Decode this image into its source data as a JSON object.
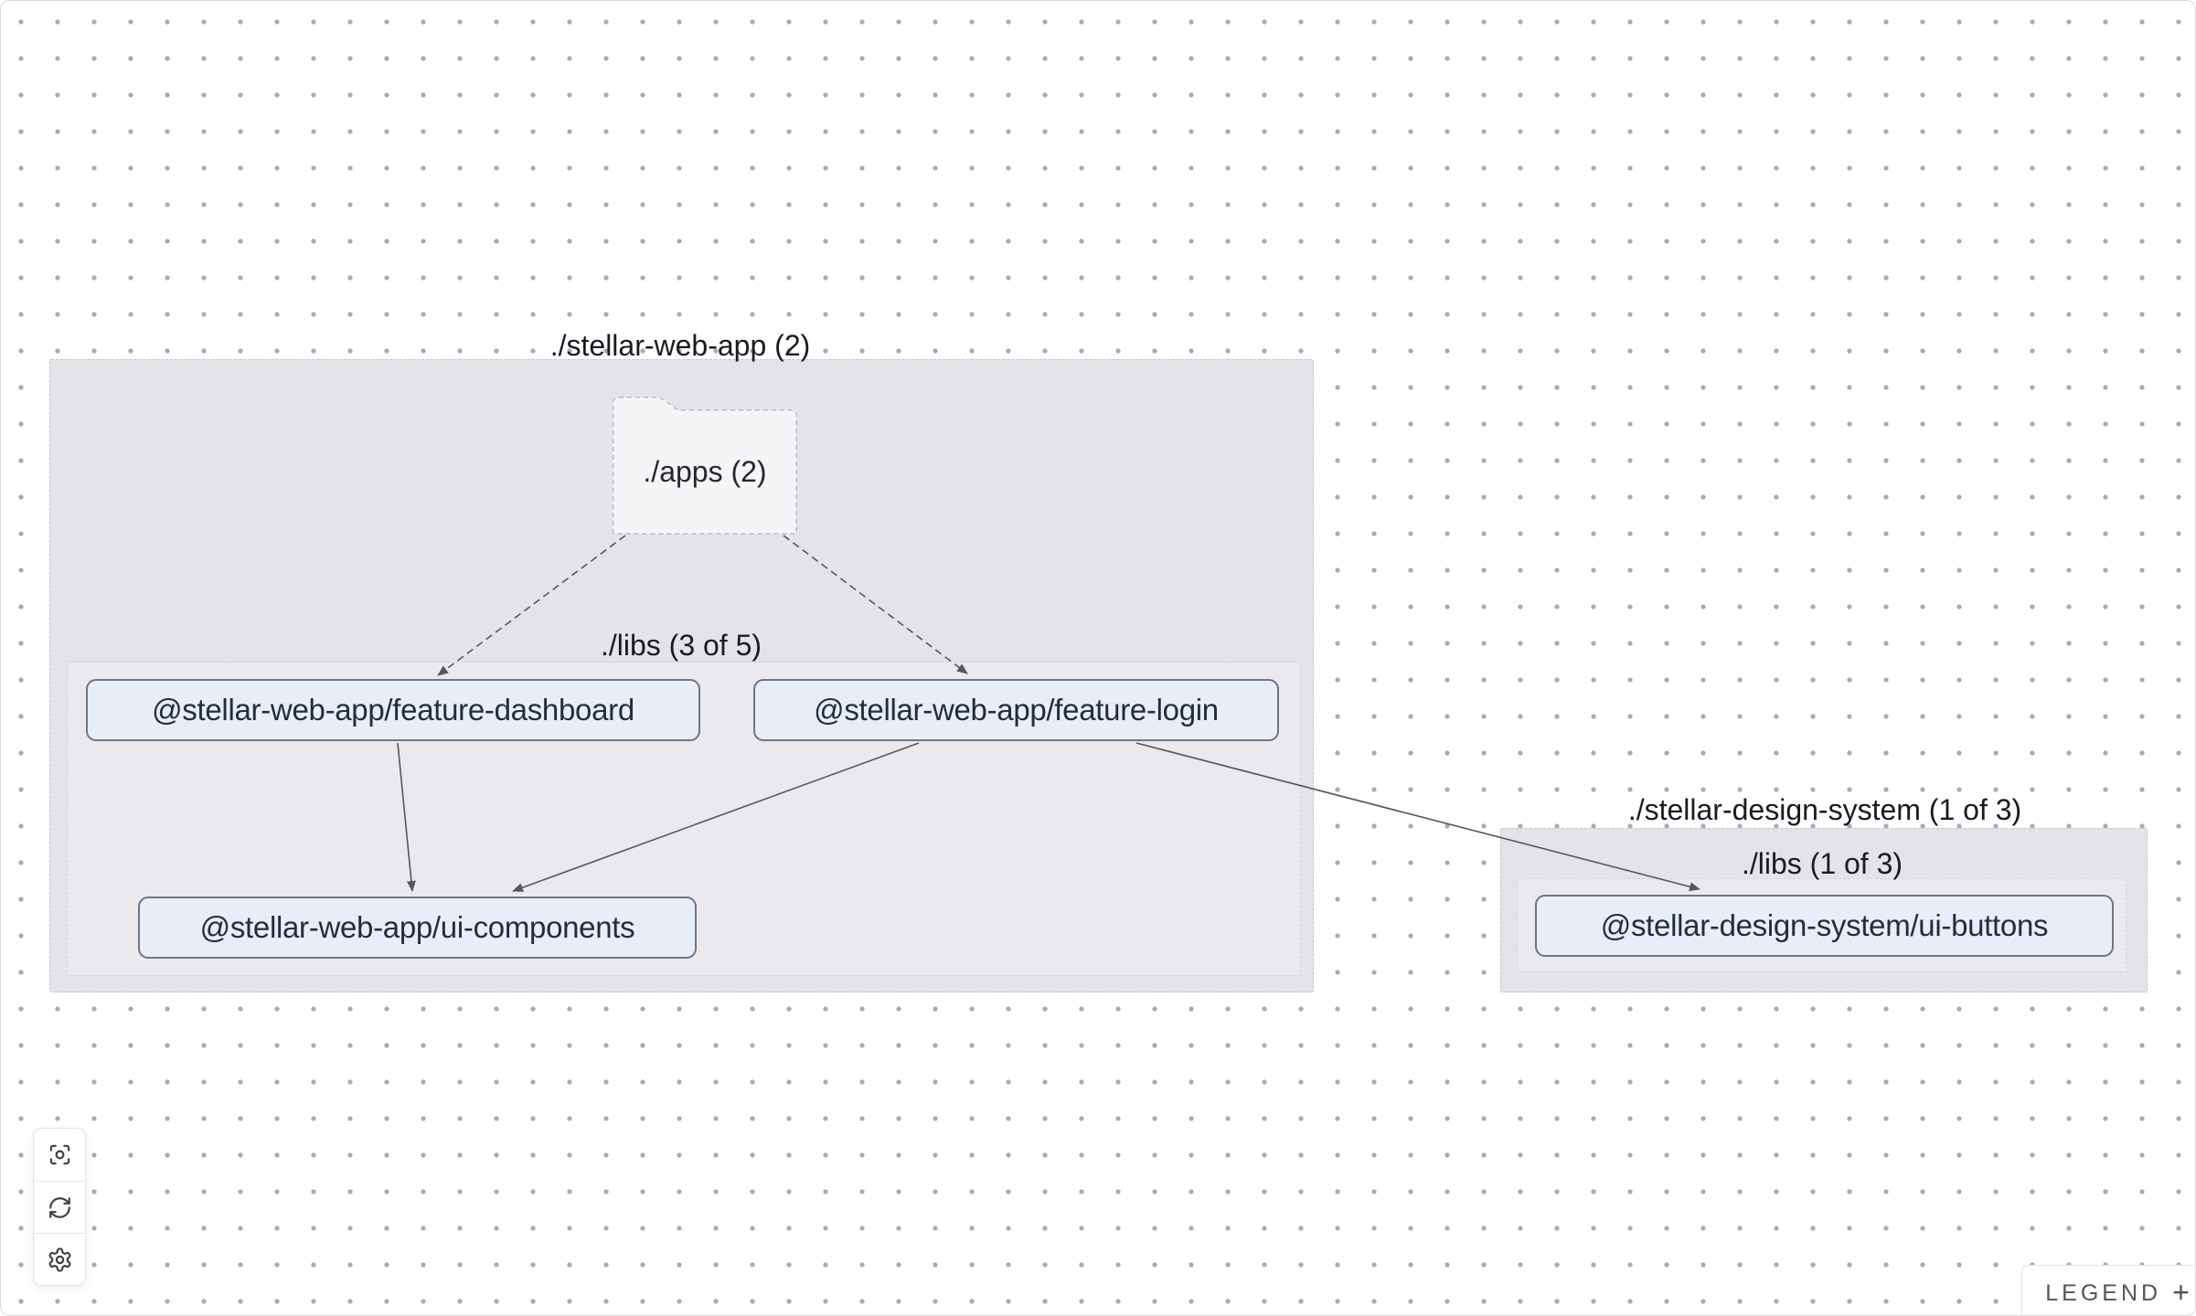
{
  "canvas": {
    "background": "#ffffff",
    "dot_color": "#94a1b3",
    "colors": {
      "group_fill": "#e5e3e8",
      "subgroup_fill": "#ebe9ee",
      "node_fill": "#e9edf7",
      "node_border": "#6e7582",
      "node_text": "#242d3d",
      "edge": "#56565e",
      "folder_fill": "#f5f4f7",
      "label_text": "#1a1a21"
    }
  },
  "groups": {
    "stellar_web_app": {
      "label": "./stellar-web-app (2)"
    },
    "stellar_web_app_libs": {
      "label": "./libs (3 of 5)"
    },
    "stellar_design_system": {
      "label": "./stellar-design-system (1 of 3)"
    },
    "stellar_design_system_libs": {
      "label": "./libs (1 of 3)"
    }
  },
  "nodes": {
    "apps_folder": {
      "label": "./apps (2)",
      "type": "folder"
    },
    "feature_dashboard": {
      "label": "@stellar-web-app/feature-dashboard"
    },
    "feature_login": {
      "label": "@stellar-web-app/feature-login"
    },
    "ui_components": {
      "label": "@stellar-web-app/ui-components"
    },
    "ui_buttons": {
      "label": "@stellar-design-system/ui-buttons"
    }
  },
  "edges": [
    {
      "from": "./apps",
      "to": "@stellar-web-app/feature-dashboard",
      "style": "dashed"
    },
    {
      "from": "./apps",
      "to": "@stellar-web-app/feature-login",
      "style": "dashed"
    },
    {
      "from": "@stellar-web-app/feature-dashboard",
      "to": "@stellar-web-app/ui-components",
      "style": "solid"
    },
    {
      "from": "@stellar-web-app/feature-login",
      "to": "@stellar-web-app/ui-components",
      "style": "solid"
    },
    {
      "from": "@stellar-web-app/feature-login",
      "to": "@stellar-design-system/ui-buttons",
      "style": "solid"
    }
  ],
  "toolbar": {
    "buttons": [
      {
        "name": "center-graph",
        "icon": "focus-icon"
      },
      {
        "name": "refresh-graph",
        "icon": "refresh-icon"
      },
      {
        "name": "settings",
        "icon": "gear-icon"
      }
    ]
  },
  "legend": {
    "label": "LEGEND",
    "expand_symbol": "+"
  }
}
